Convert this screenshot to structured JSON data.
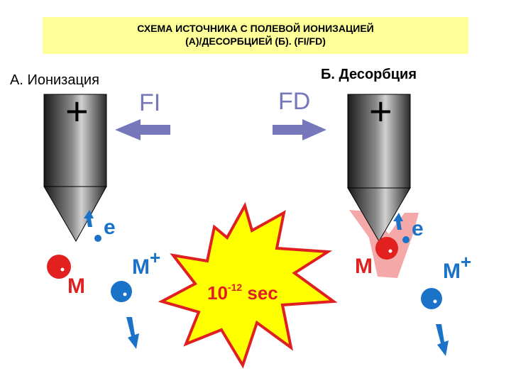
{
  "title": {
    "line1": "СХЕМА ИСТОЧНИКА С ПОЛЕВОЙ ИОНИЗАЦИЕЙ",
    "line2": "(А)/ДЕСОРБЦИЕЙ (Б).  (FI/FD)"
  },
  "labels": {
    "ionization": "А. Ионизация",
    "desorption": "Б. Десорбция",
    "fi": "FI",
    "fd": "FD",
    "plus": "+",
    "electron": "e",
    "molecule": "M",
    "ion_base": "M",
    "ion_charge": "+",
    "time_base": "10",
    "time_exp": "-12",
    "time_unit": " sec"
  },
  "colors": {
    "title_bg": "#ffff99",
    "arrow": "#7777bb",
    "red": "#e22020",
    "blue": "#1a73c8",
    "star_fill": "#ffff00",
    "star_stroke": "#e02020",
    "pink": "#f4a8a8"
  },
  "icons": [
    "emitter-needle",
    "electron-arrow",
    "flying-ion-arrow",
    "explosion-star"
  ]
}
